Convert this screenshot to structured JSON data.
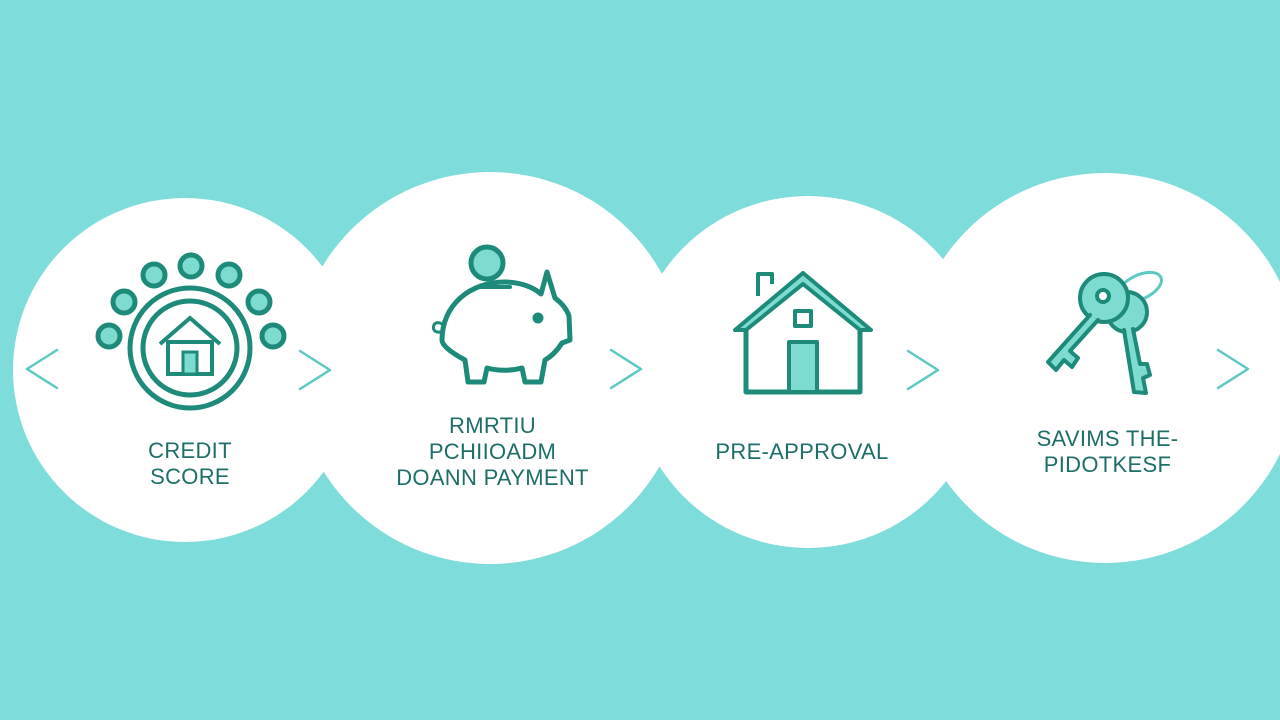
{
  "colors": {
    "background": "#7edcdb",
    "circle_fill": "#ffffff",
    "icon_stroke": "#1d8a7a",
    "icon_fill": "#7edbd0",
    "arrow": "#5cc9c2",
    "text": "#1e6e68"
  },
  "steps": [
    {
      "icon": "credit-score-gauge-house-icon",
      "label_lines": [
        "CREDIT",
        "SCORE"
      ]
    },
    {
      "icon": "piggy-bank-icon",
      "label_lines": [
        "RMRTIU",
        "PCHIIOADM",
        "DOANN PAYMENT"
      ]
    },
    {
      "icon": "house-icon",
      "label_lines": [
        "PRE-APPROVAL"
      ]
    },
    {
      "icon": "keys-icon",
      "label_lines": [
        "SAVIMS THE-",
        "PIDOTKESF"
      ]
    }
  ]
}
